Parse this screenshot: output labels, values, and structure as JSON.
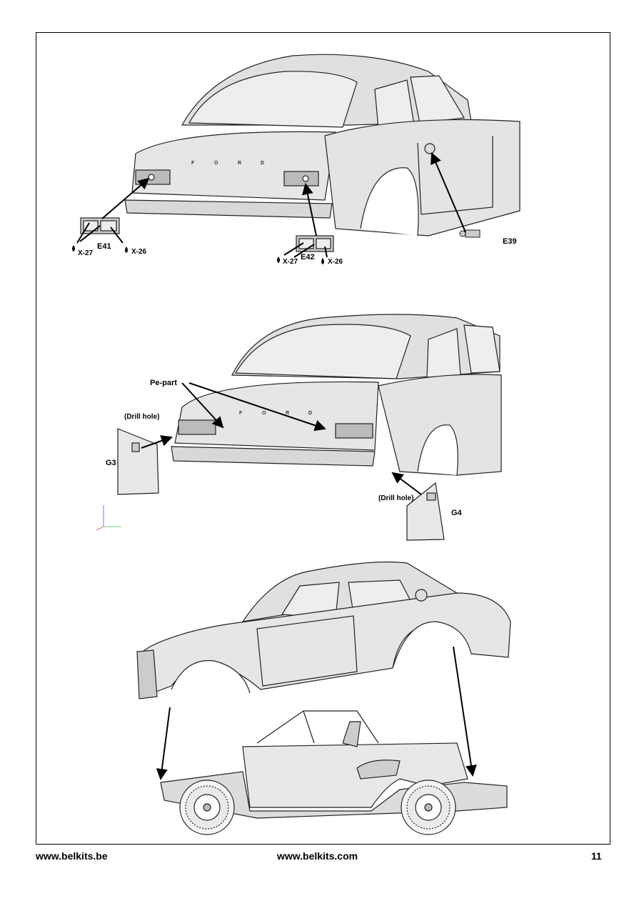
{
  "step1": {
    "parts": [
      "E41",
      "E42",
      "E39"
    ],
    "paints": [
      "X-27",
      "X-26",
      "X-27",
      "X-26"
    ],
    "badge_letters": [
      "F",
      "O",
      "R",
      "D"
    ]
  },
  "step2": {
    "pe_part_label": "Pe-part",
    "drill_hole_left": "(Drill hole)",
    "drill_hole_right": "(Drill hole)",
    "parts": [
      "G3",
      "G4"
    ],
    "badge_letters": [
      "F",
      "O",
      "R",
      "D"
    ]
  },
  "footer": {
    "left": "www.belkits.be",
    "center": "www.belkits.com",
    "page_number": "11"
  }
}
